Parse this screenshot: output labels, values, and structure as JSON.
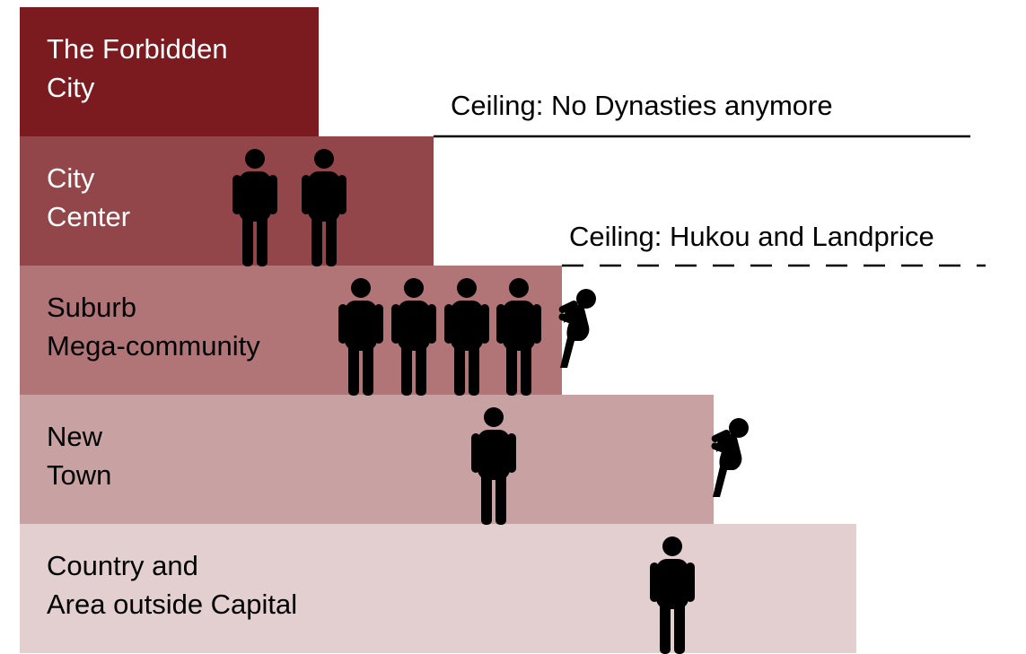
{
  "tiers": [
    {
      "label": "The Forbidden\nCity",
      "color": "#7b1b20",
      "text_color": "#ffffff",
      "people": 0
    },
    {
      "label": "City\nCenter",
      "color": "#934649",
      "text_color": "#ffffff",
      "people": 2
    },
    {
      "label": "Suburb\nMega-community",
      "color": "#b17577",
      "text_color": "#000000",
      "people": 4
    },
    {
      "label": "New\nTown",
      "color": "#c8a1a2",
      "text_color": "#000000",
      "people": 1
    },
    {
      "label": "Country and\nArea outside Capital",
      "color": "#e3cfd0",
      "text_color": "#000000",
      "people": 1
    }
  ],
  "ceilings": [
    {
      "label": "Ceiling: No Dynasties anymore",
      "line_style": "solid"
    },
    {
      "label": "Ceiling: Hukou and Landprice",
      "line_style": "dashed"
    }
  ],
  "climbers": 2,
  "icons": {
    "person": "person-icon",
    "climber": "climbing-person-icon"
  }
}
